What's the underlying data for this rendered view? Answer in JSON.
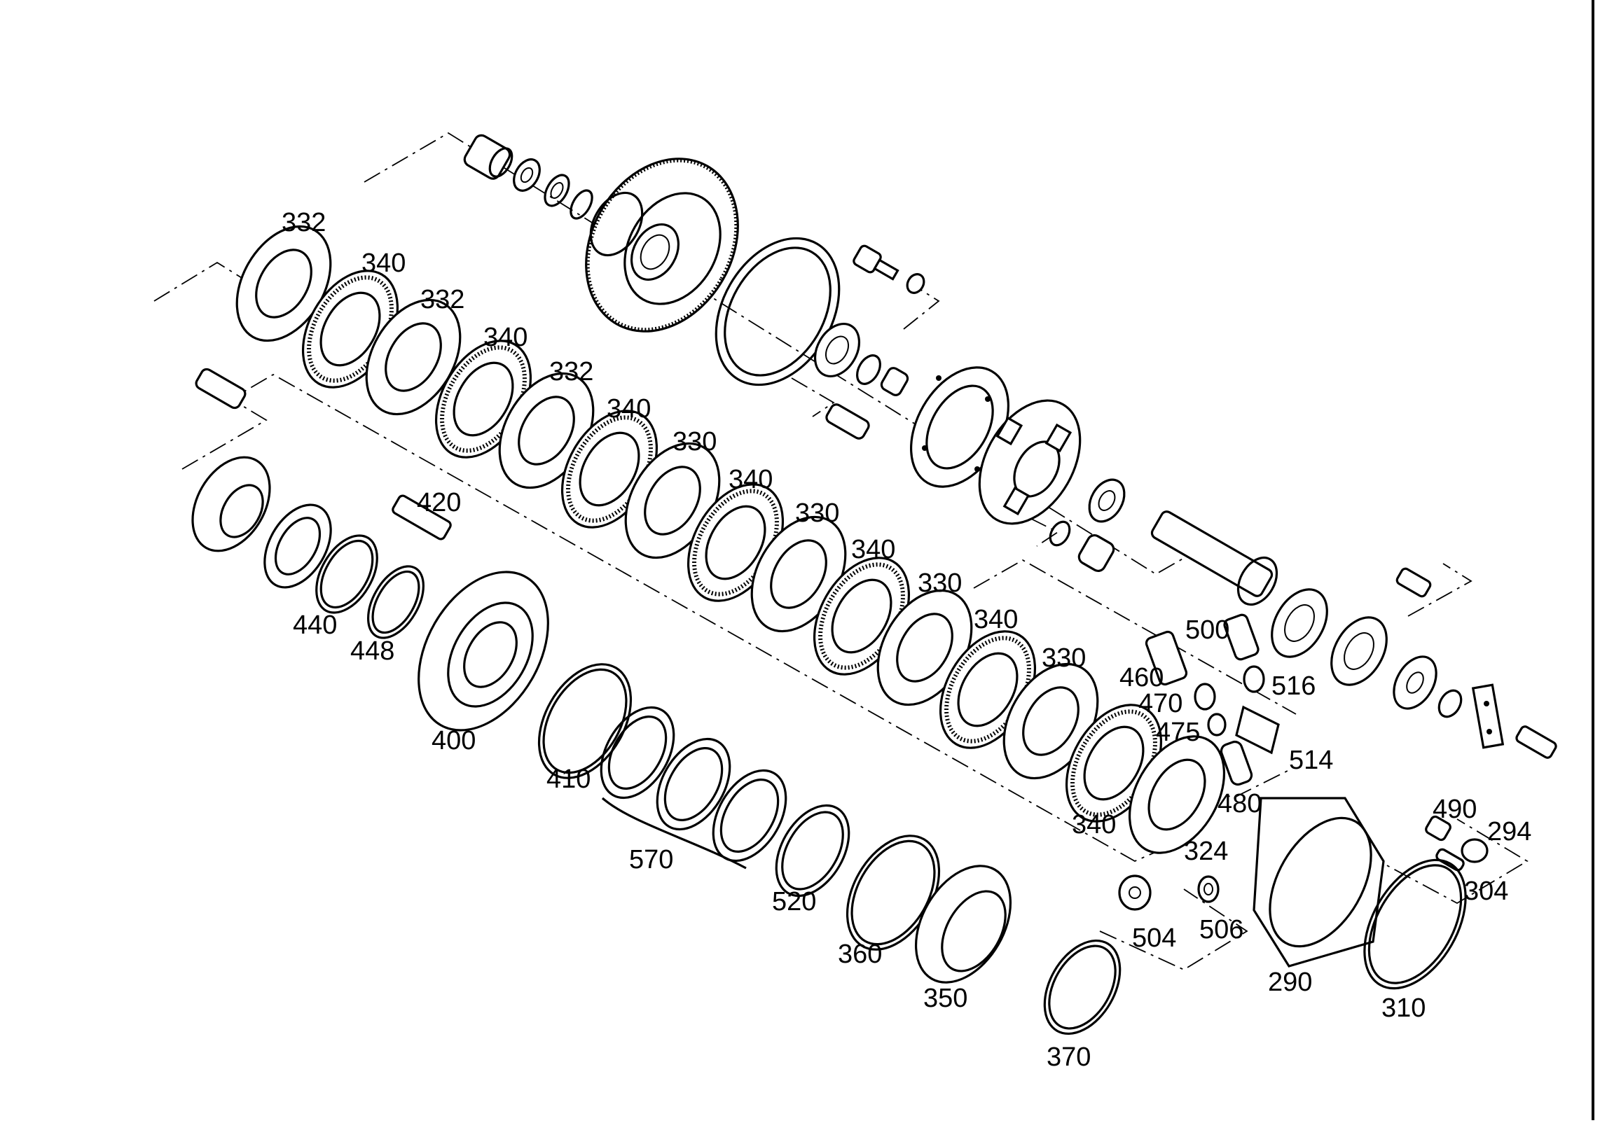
{
  "diagram": {
    "labels": [
      {
        "id": "p332a",
        "text": "332"
      },
      {
        "id": "p340a",
        "text": "340"
      },
      {
        "id": "p332b",
        "text": "332"
      },
      {
        "id": "p340b",
        "text": "340"
      },
      {
        "id": "p332c",
        "text": "332"
      },
      {
        "id": "p340c",
        "text": "340"
      },
      {
        "id": "p330a",
        "text": "330"
      },
      {
        "id": "p340d",
        "text": "340"
      },
      {
        "id": "p330b",
        "text": "330"
      },
      {
        "id": "p340e",
        "text": "340"
      },
      {
        "id": "p330c",
        "text": "330"
      },
      {
        "id": "p340f",
        "text": "340"
      },
      {
        "id": "p330d",
        "text": "330"
      },
      {
        "id": "p340g",
        "text": "340"
      },
      {
        "id": "p420",
        "text": "420"
      },
      {
        "id": "p440",
        "text": "440"
      },
      {
        "id": "p448",
        "text": "448"
      },
      {
        "id": "p400",
        "text": "400"
      },
      {
        "id": "p410",
        "text": "410"
      },
      {
        "id": "p570",
        "text": "570"
      },
      {
        "id": "p520",
        "text": "520"
      },
      {
        "id": "p360",
        "text": "360"
      },
      {
        "id": "p350",
        "text": "350"
      },
      {
        "id": "p370",
        "text": "370"
      },
      {
        "id": "p324",
        "text": "324"
      },
      {
        "id": "p500",
        "text": "500"
      },
      {
        "id": "p460",
        "text": "460"
      },
      {
        "id": "p470",
        "text": "470"
      },
      {
        "id": "p516",
        "text": "516"
      },
      {
        "id": "p475",
        "text": "475"
      },
      {
        "id": "p514",
        "text": "514"
      },
      {
        "id": "p480",
        "text": "480"
      },
      {
        "id": "p490",
        "text": "490"
      },
      {
        "id": "p294",
        "text": "294"
      },
      {
        "id": "p304",
        "text": "304"
      },
      {
        "id": "p504",
        "text": "504"
      },
      {
        "id": "p506",
        "text": "506"
      },
      {
        "id": "p290",
        "text": "290"
      },
      {
        "id": "p310",
        "text": "310"
      }
    ]
  }
}
